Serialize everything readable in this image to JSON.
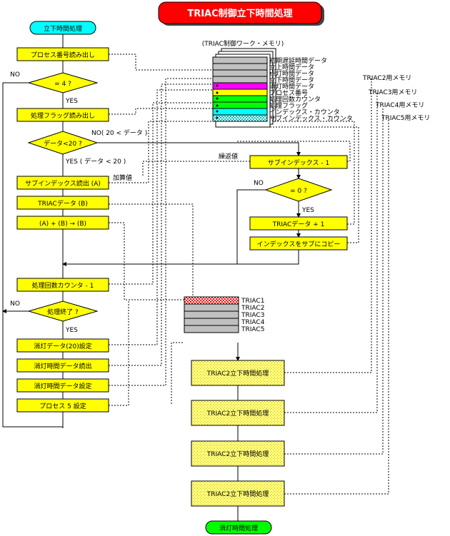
{
  "title": "TRIAC制御立下時間処理",
  "start": "立下時間処理",
  "end": "消灯時間処理",
  "steps": {
    "read_process": "プロセス番号読み出し",
    "cond_eq4": "= 4 ?",
    "read_flag": "処理フラッグ読み出し",
    "cond_data20": "データ<20 ?",
    "read_subindex": "サブインデックス読出 (A)",
    "triac_data": "TRIACデータ (B)",
    "add": "(A) + (B) → (B)",
    "dec_counter": "処理回数カウンタ - 1",
    "cond_done": "処理終了 ?",
    "set_off_data": "消灯データ(20)設定",
    "read_off_time": "消灯時間データ読出",
    "set_off_time": "消灯時間データ設定",
    "set_process5": "プロセス 5 設定",
    "subindex_minus1": "サブインデックス - 1",
    "cond_zero": "= 0 ?",
    "triac_plus1": "TRIACデータ + 1",
    "copy_index": "インデックスをサブにコピー"
  },
  "labels": {
    "no": "NO",
    "yes": "YES",
    "no_cond": "NO( 20 < データ )",
    "yes_cond": "YES ( データ < 20 )",
    "repeat_value": "繰返値",
    "add_value": "加算値"
  },
  "memory": {
    "title": "(TRIAC制御ワーク・メモリ)",
    "rows": [
      "初期遅延時間データ",
      "立上時間データ",
      "点灯時間データ",
      "立下時間データ",
      "消灯時間データ",
      "プロセス番号",
      "処理回数カウンタ",
      "処理フラッグ",
      "インデックス・カウンタ",
      "サブインデックス・カウンタ"
    ]
  },
  "triac_table": [
    "TRIAC1",
    "TRIAC2",
    "TRIAC3",
    "TRIAC4",
    "TRIAC5"
  ],
  "triac_memory_labels": [
    "TRIAC2用メモリ",
    "TRIAC3用メモリ",
    "TRIAC4用メモリ",
    "TRIAC5用メモリ"
  ],
  "sub_process": [
    "TRIAC2立下時間処理",
    "TRIAC2立下時間処理",
    "TRIAC2立下時間処理",
    "TRIAC2立下時間処理"
  ]
}
